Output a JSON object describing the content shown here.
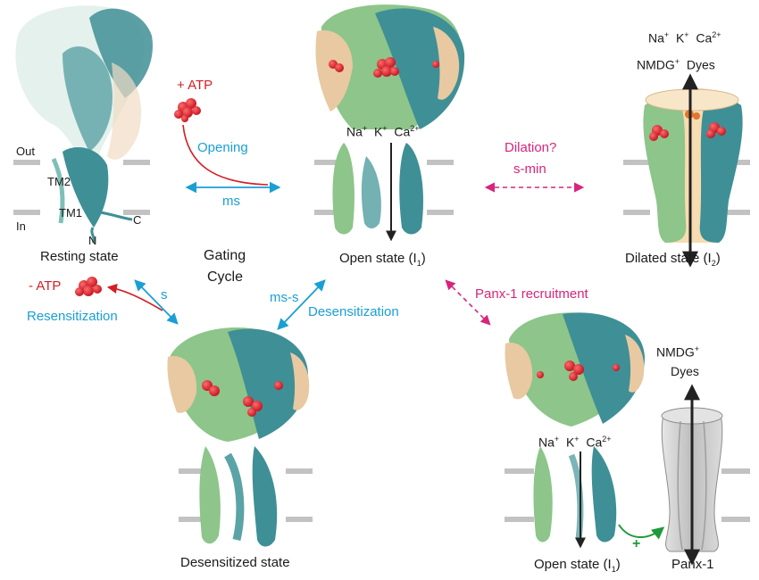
{
  "membrane": {
    "out": "Out",
    "in": "In"
  },
  "resting": {
    "tm2": "TM2",
    "tm1": "TM1",
    "n_term": "N",
    "c_term": "C",
    "state_label": "Resting state"
  },
  "opening": {
    "ligand": "+ ATP",
    "label": "Opening",
    "time": "ms"
  },
  "open_state": {
    "label_main": "Open state (I",
    "label_sub": "1",
    "label_end": ")",
    "ions": {
      "na": "Na",
      "na_sup": "+",
      "k": "K",
      "k_sup": "+",
      "ca": "Ca",
      "ca_sup": "2+"
    }
  },
  "dilation": {
    "label": "Dilation?",
    "time": "s-min"
  },
  "dilated_state": {
    "ions_top": {
      "na": "Na",
      "na_sup": "+",
      "k": "K",
      "k_sup": "+",
      "ca": "Ca",
      "ca_sup": "2+"
    },
    "nmdg": "NMDG",
    "nmdg_sup": "+",
    "dyes": "Dyes",
    "label_main": "Dilated state (I",
    "label_sub": "2",
    "label_end": ")"
  },
  "gating_cycle": {
    "line1": "Gating",
    "line2": "Cycle"
  },
  "resensitization": {
    "ligand": "- ATP",
    "time": "s",
    "label": "Resensitization"
  },
  "desensitization": {
    "time": "ms-s",
    "label": "Desensitization"
  },
  "panx_recruitment": {
    "label": "Panx-1 recruitment"
  },
  "desensitized_state": {
    "label": "Desensitized state"
  },
  "panx_open_state": {
    "ions": {
      "na": "Na",
      "na_sup": "+",
      "k": "K",
      "k_sup": "+",
      "ca": "Ca",
      "ca_sup": "2+"
    },
    "nmdg": "NMDG",
    "nmdg_sup": "+",
    "dyes": "Dyes",
    "plus": "+",
    "label_main": "Open state (I",
    "label_sub": "1",
    "label_end": ")",
    "panx_label": "Panx-1"
  },
  "colors": {
    "blue_arrow": "#1a9fd4",
    "red_atp": "#d31f26",
    "magenta": "#d6257b",
    "teal_subunit": "#3f8f96",
    "green_subunit": "#8dc58a",
    "tan_subunit": "#e8c9a1",
    "membrane_gray": "#c2c2c2",
    "panx_gray": "#cfcfcf",
    "green_plus": "#1f9a3a"
  }
}
